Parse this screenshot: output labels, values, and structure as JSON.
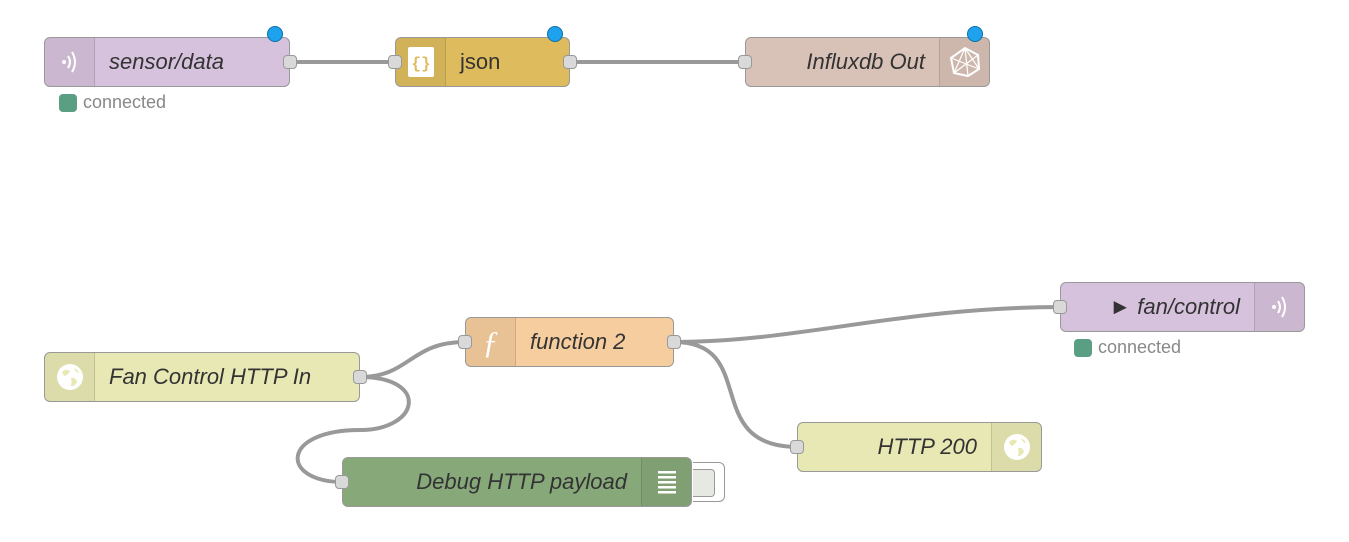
{
  "flow_1": {
    "mqtt_in": {
      "label": "sensor/data",
      "icon": "wireless-icon",
      "status": "connected",
      "color": "#d6c2dc"
    },
    "json_node": {
      "label": "json",
      "icon": "braces-icon",
      "color": "#debc5e"
    },
    "influx_out": {
      "label": "Influxdb Out",
      "icon": "influxdb-icon",
      "color": "#d8c1b7"
    }
  },
  "flow_2": {
    "http_in": {
      "label": "Fan Control HTTP In",
      "icon": "globe-icon",
      "color": "#e7e8b4"
    },
    "function": {
      "label": "function 2",
      "icon": "function-icon",
      "glyph": "ƒ",
      "color": "#f5cd9e"
    },
    "mqtt_out": {
      "label": "► fan/control",
      "icon": "wireless-icon",
      "status": "connected",
      "color": "#d6c2dc"
    },
    "http_response": {
      "label": "HTTP 200",
      "icon": "globe-icon",
      "color": "#e7e8b4"
    },
    "debug": {
      "label": "Debug HTTP payload",
      "icon": "list-icon",
      "color": "#87a97a"
    }
  },
  "colors": {
    "wire": "#999999",
    "changed_indicator": "#1fa2ee",
    "status_connected": "#5a9e84"
  }
}
